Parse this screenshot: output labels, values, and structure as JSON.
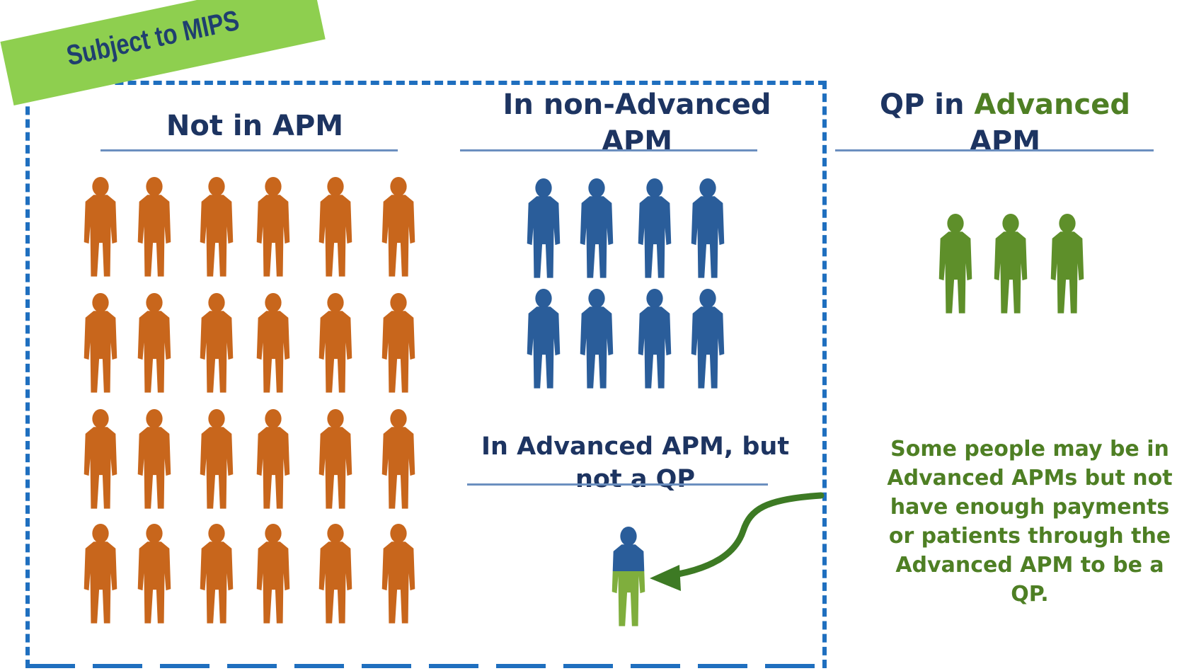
{
  "ribbon_label": "Subject to MIPS",
  "columns": {
    "not_in_apm": {
      "title": "Not in APM",
      "count": 24,
      "color": "#c8661c"
    },
    "non_advanced": {
      "title": "In non-Advanced APM",
      "count": 8,
      "color": "#2a5d9a"
    },
    "qp_advanced": {
      "title_prefix": "QP in",
      "title_highlight": "Advanced",
      "title_suffix": "APM",
      "count": 3,
      "color": "#5e8f2a"
    }
  },
  "advanced_not_qp": {
    "title": "In Advanced APM, but not a QP",
    "count": 1,
    "top_color": "#2a5d9a",
    "bottom_color": "#7fae3d"
  },
  "note": "Some people may be in Advanced APMs but not have enough payments or patients through the Advanced APM to be a QP.",
  "colors": {
    "border": "#1f6fbf",
    "ribbon": "#8ecf4f",
    "arrow": "#3d7a24",
    "heading": "#1d3461"
  }
}
